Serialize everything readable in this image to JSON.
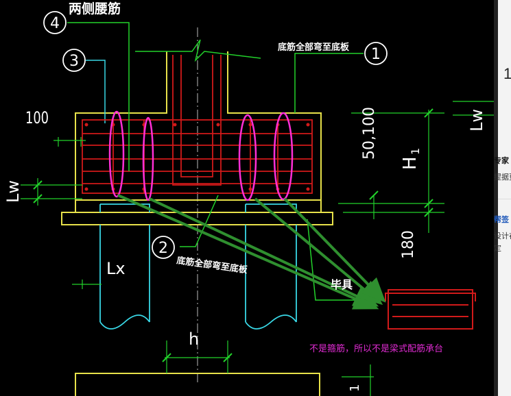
{
  "drawing": {
    "labels": {
      "label_4_text": "两侧腰筋",
      "label_1_text": "底筋全部弯至底板",
      "label_2_text": "底筋全部弯至底板",
      "dim_100": "100",
      "dim_lw_left": "Lw",
      "dim_lw_right": "Lw",
      "dim_50_100": "50,100",
      "dim_h1": "H",
      "dim_h1_sub": "1",
      "dim_180": "180",
      "dim_lx": "Lx",
      "dim_h": "h",
      "partial_label": "1",
      "occluded_text": "毕具",
      "annotation": "不是箍筋，所以不是梁式配筋承台"
    },
    "callouts": [
      "4",
      "3",
      "1",
      "2"
    ],
    "colors": {
      "background": "#000000",
      "yellow": "#e8e24a",
      "green": "#22d22b",
      "cyan": "#39d8e6",
      "red": "#d21a1a",
      "magenta": "#ff2fd6",
      "arrow": "#2f8f2f",
      "white": "#ffffff"
    }
  },
  "side_panel": {
    "items": [
      "1",
      "专家",
      "提据更",
      "",
      "帮签",
      "设计在",
      "定"
    ]
  }
}
